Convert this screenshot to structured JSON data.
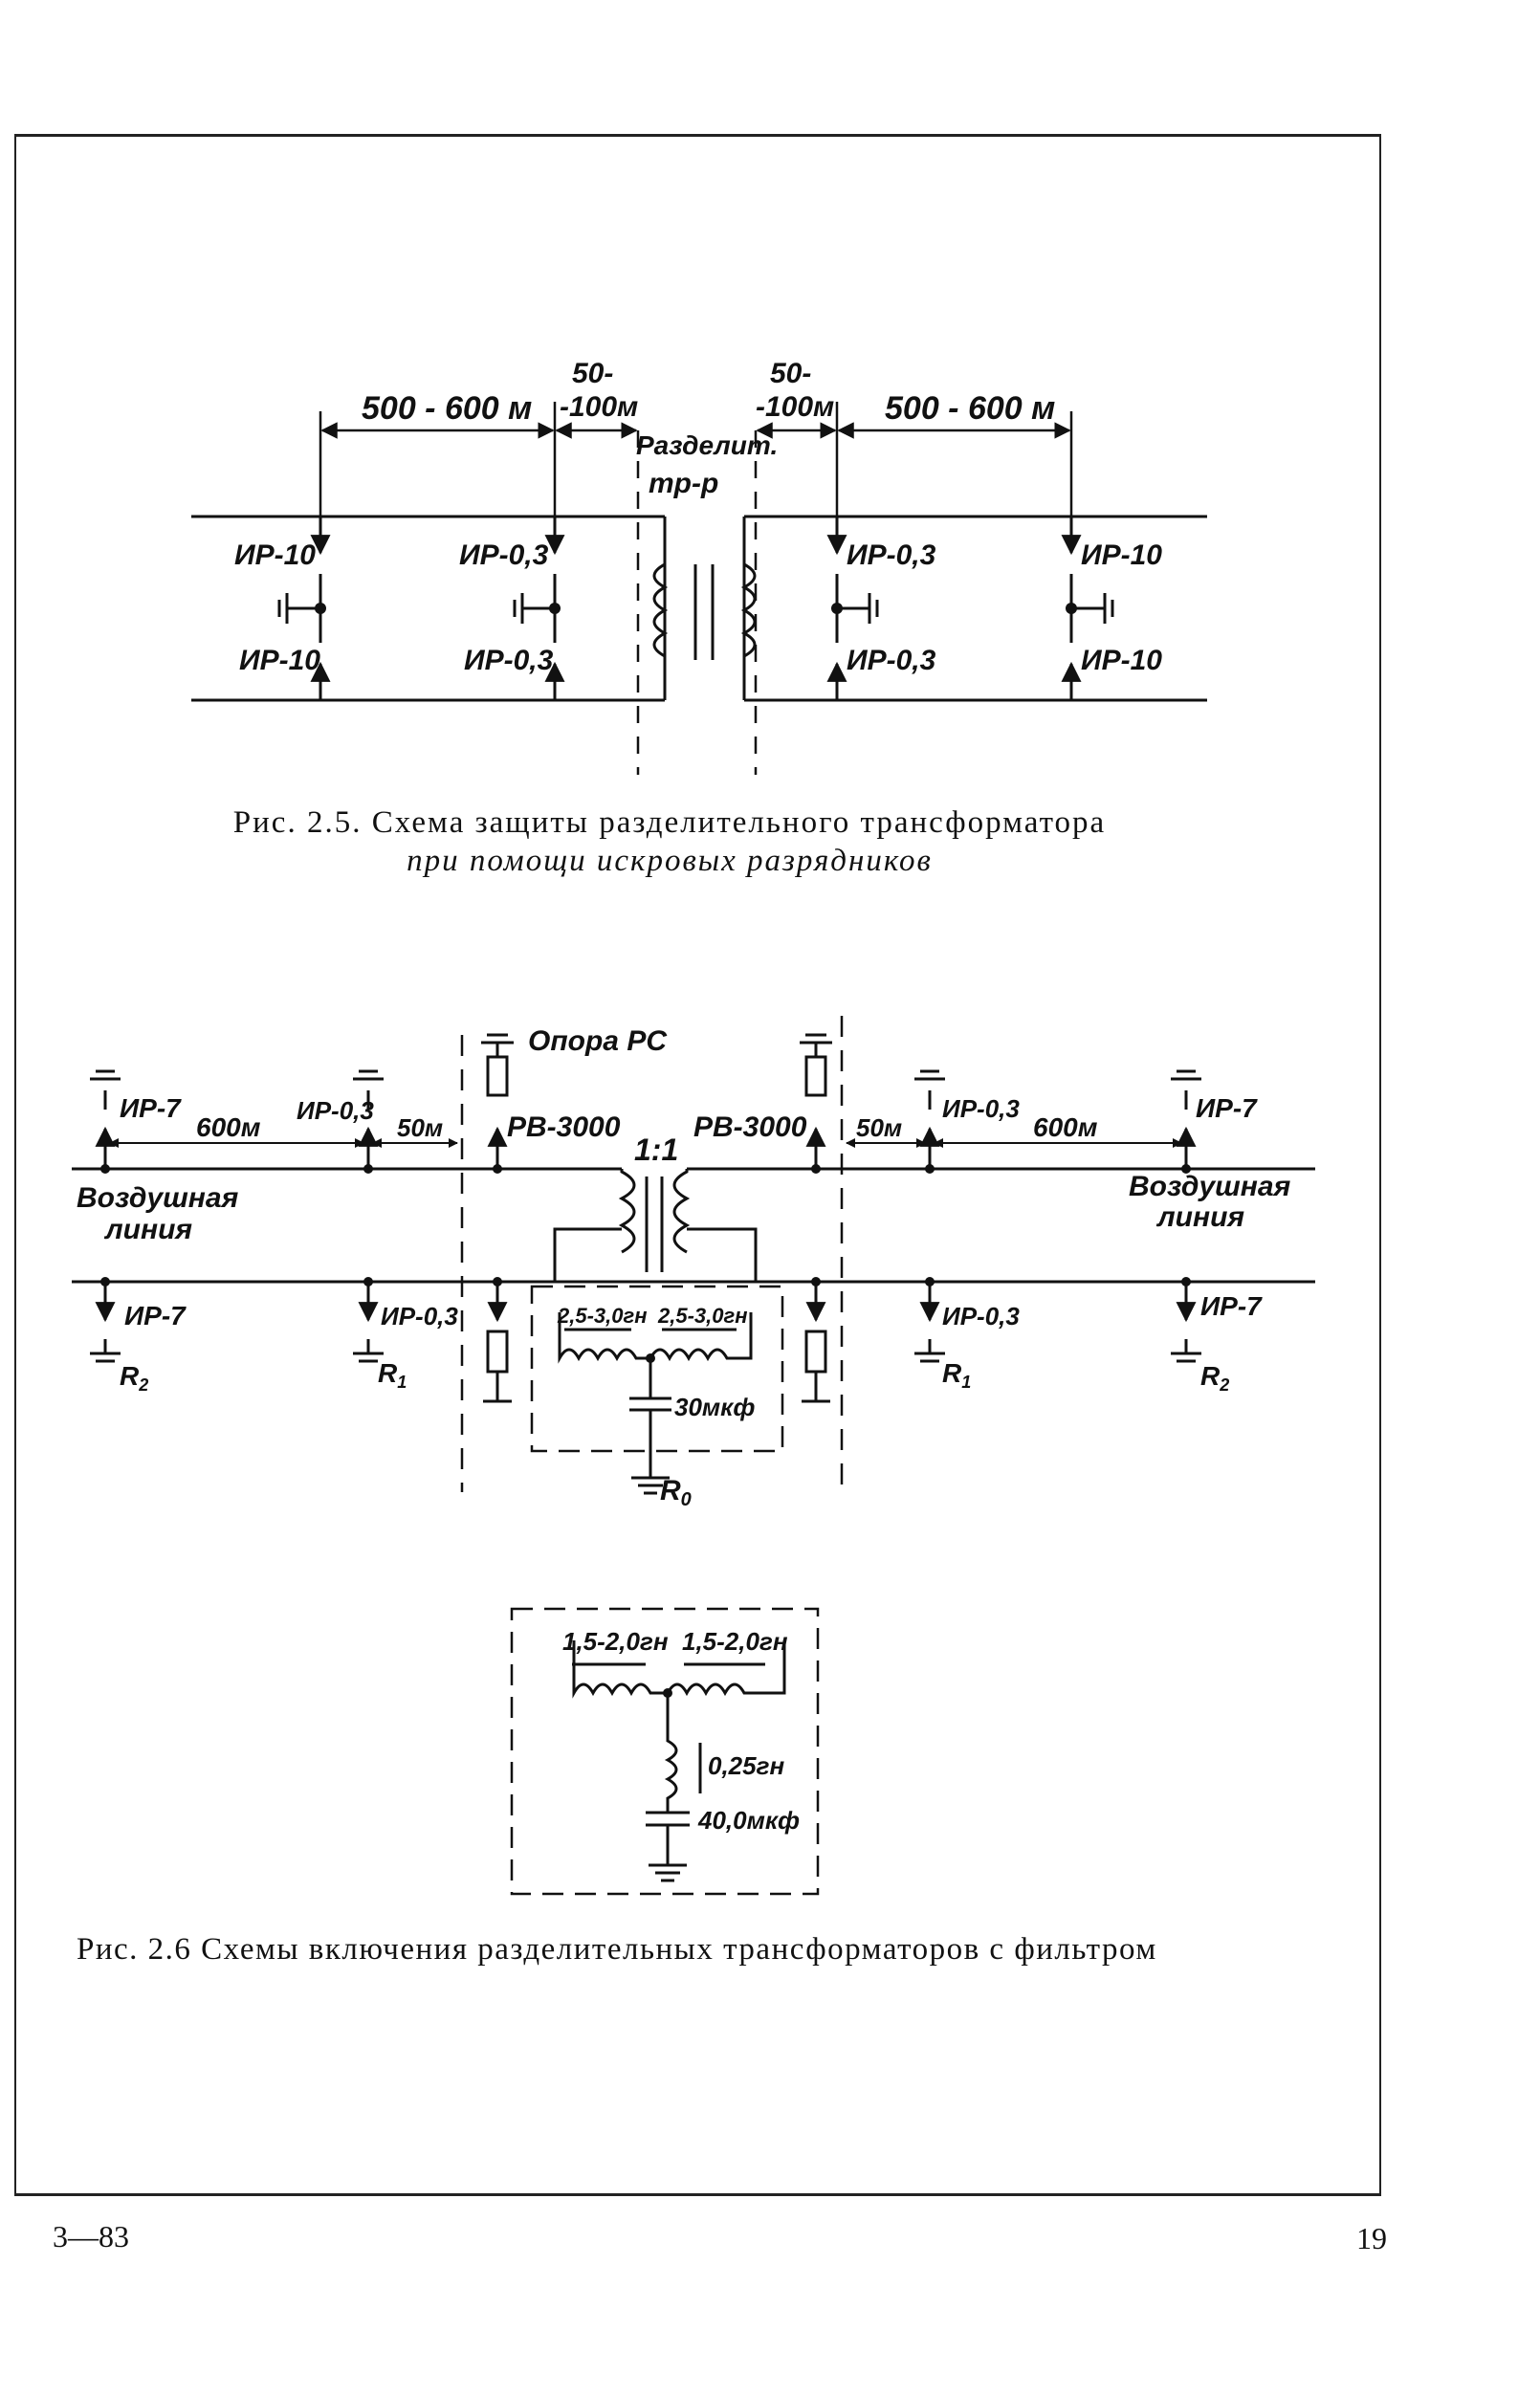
{
  "fig25": {
    "dim_left": "500 - 600 м",
    "dim_left_gap_top": "50-",
    "dim_left_gap_bottom": "-100м",
    "dim_right_gap_top": "50-",
    "dim_right_gap_bottom": "-100м",
    "dim_right": "500 - 600 м",
    "transformer_label_1": "Разделит.",
    "transformer_label_2": "тр-р",
    "arrester_left_outer_top": "ИР-10",
    "arrester_left_outer_bottom": "ИР-10",
    "arrester_left_inner_top": "ИР-0,3",
    "arrester_left_inner_bottom": "ИР-0,3",
    "arrester_right_inner_top": "ИР-0,3",
    "arrester_right_inner_bottom": "ИР-0,3",
    "arrester_right_outer_top": "ИР-10",
    "arrester_right_outer_bottom": "ИР-10",
    "caption_line1": "Рис. 2.5. Схема защиты разделительного трансформатора",
    "caption_line2": "при помощи искровых разрядников"
  },
  "fig26": {
    "support_label": "Опора РС",
    "ratio": "1:1",
    "rv_left": "РВ-3000",
    "rv_right": "РВ-3000",
    "ir7_top_left": "ИР-7",
    "ir7_top_right": "ИР-7",
    "ir7_bottom_left": "ИР-7",
    "ir7_bottom_right": "ИР-7",
    "ir03_top_left": "ИР-0,3",
    "ir03_top_right": "ИР-0,3",
    "ir03_bottom_left": "ИР-0,3",
    "ir03_bottom_right": "ИР-0,3",
    "dist_600_left": "600м",
    "dist_600_right": "600м",
    "dist_50_left": "50м",
    "dist_50_right": "50м",
    "air_line_left_1": "Воздушная",
    "air_line_left_2": "линия",
    "air_line_right_1": "Воздушная",
    "air_line_right_2": "линия",
    "coil_left": "2,5-3,0гн",
    "coil_right": "2,5-3,0гн",
    "capacitor": "30мкф",
    "r0": "R",
    "r0_sub": "0",
    "r1_left": "R",
    "r1_left_sub": "1",
    "r1_right": "R",
    "r1_right_sub": "1",
    "r2_left": "R",
    "r2_left_sub": "2",
    "r2_right": "R",
    "r2_right_sub": "2",
    "filter_coil_left": "1,5-2,0гн",
    "filter_coil_right": "1,5-2,0гн",
    "filter_inductor": "0,25гн",
    "filter_capacitor": "40,0мкф",
    "caption": "Рис. 2.6 Схемы включения разделительных трансформаторов с фильтром"
  },
  "footer": {
    "left": "3—83",
    "right": "19"
  }
}
